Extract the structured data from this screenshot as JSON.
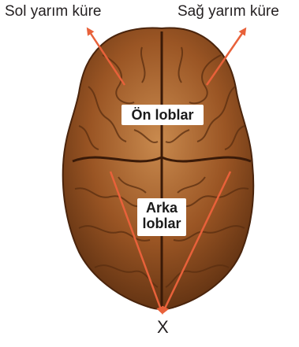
{
  "labels": {
    "left_hemisphere": "Sol yarım küre",
    "right_hemisphere": "Sağ yarım küre",
    "frontal_lobes": "Ön loblar",
    "back_lobes_line1": "Arka",
    "back_lobes_line2": "loblar",
    "point_x": "X"
  },
  "colors": {
    "arrow": "#e8613a",
    "brain_dark": "#5a2e10",
    "brain_mid": "#9a5524",
    "brain_light": "#c98a4e",
    "text": "#231f20"
  }
}
